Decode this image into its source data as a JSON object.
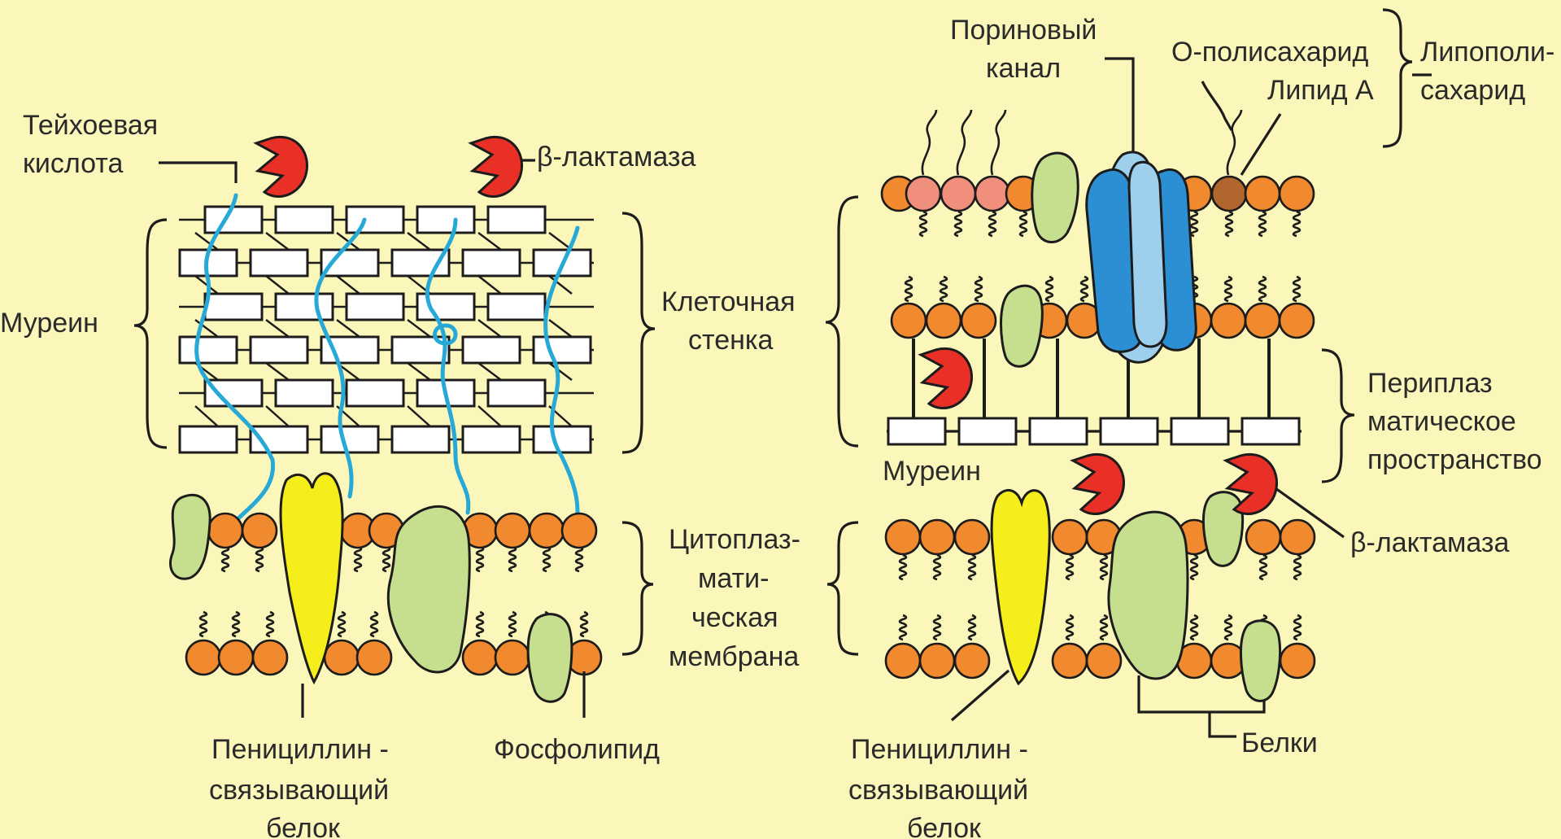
{
  "left_panel": {
    "teichoic_label": [
      "Тейхоевая",
      "кислота"
    ],
    "beta_lactamase_label": "β-лактамаза",
    "murein_label": "Муреин",
    "pbp_label": [
      "Пенициллин -",
      "связывающий",
      "белок"
    ],
    "phospholipid_label": "Фосфолипид"
  },
  "middle_labels": {
    "cell_wall_label": [
      "Клеточная",
      "стенка"
    ],
    "membrane_label": [
      "Цитоплаз-",
      "мати-",
      "ческая",
      "мембрана"
    ]
  },
  "right_panel": {
    "porin_label": [
      "Пориновый",
      "канал"
    ],
    "o_polysaccharide_label": "О-полисахарид",
    "lipid_a_label": "Липид А",
    "lps_label": [
      "Липополи-",
      "сахарид"
    ],
    "periplasm_label": [
      "Периплаз",
      "матическое",
      "пространство"
    ],
    "murein_label": "Муреин",
    "beta_lactamase_label": "β-лактамаза",
    "pbp_label": [
      "Пенициллин -",
      "связывающий",
      "белок"
    ],
    "proteins_label": "Белки"
  },
  "colors": {
    "background": "#fbf6b9",
    "lipid_head": "#f18a2e",
    "teichoic_acid": "#27a9d8",
    "membrane_protein": "#c6df8f",
    "penicillin_binding_protein": "#f5ee1b",
    "beta_lactamase": "#e83027",
    "porin": "#2d8fd3"
  }
}
